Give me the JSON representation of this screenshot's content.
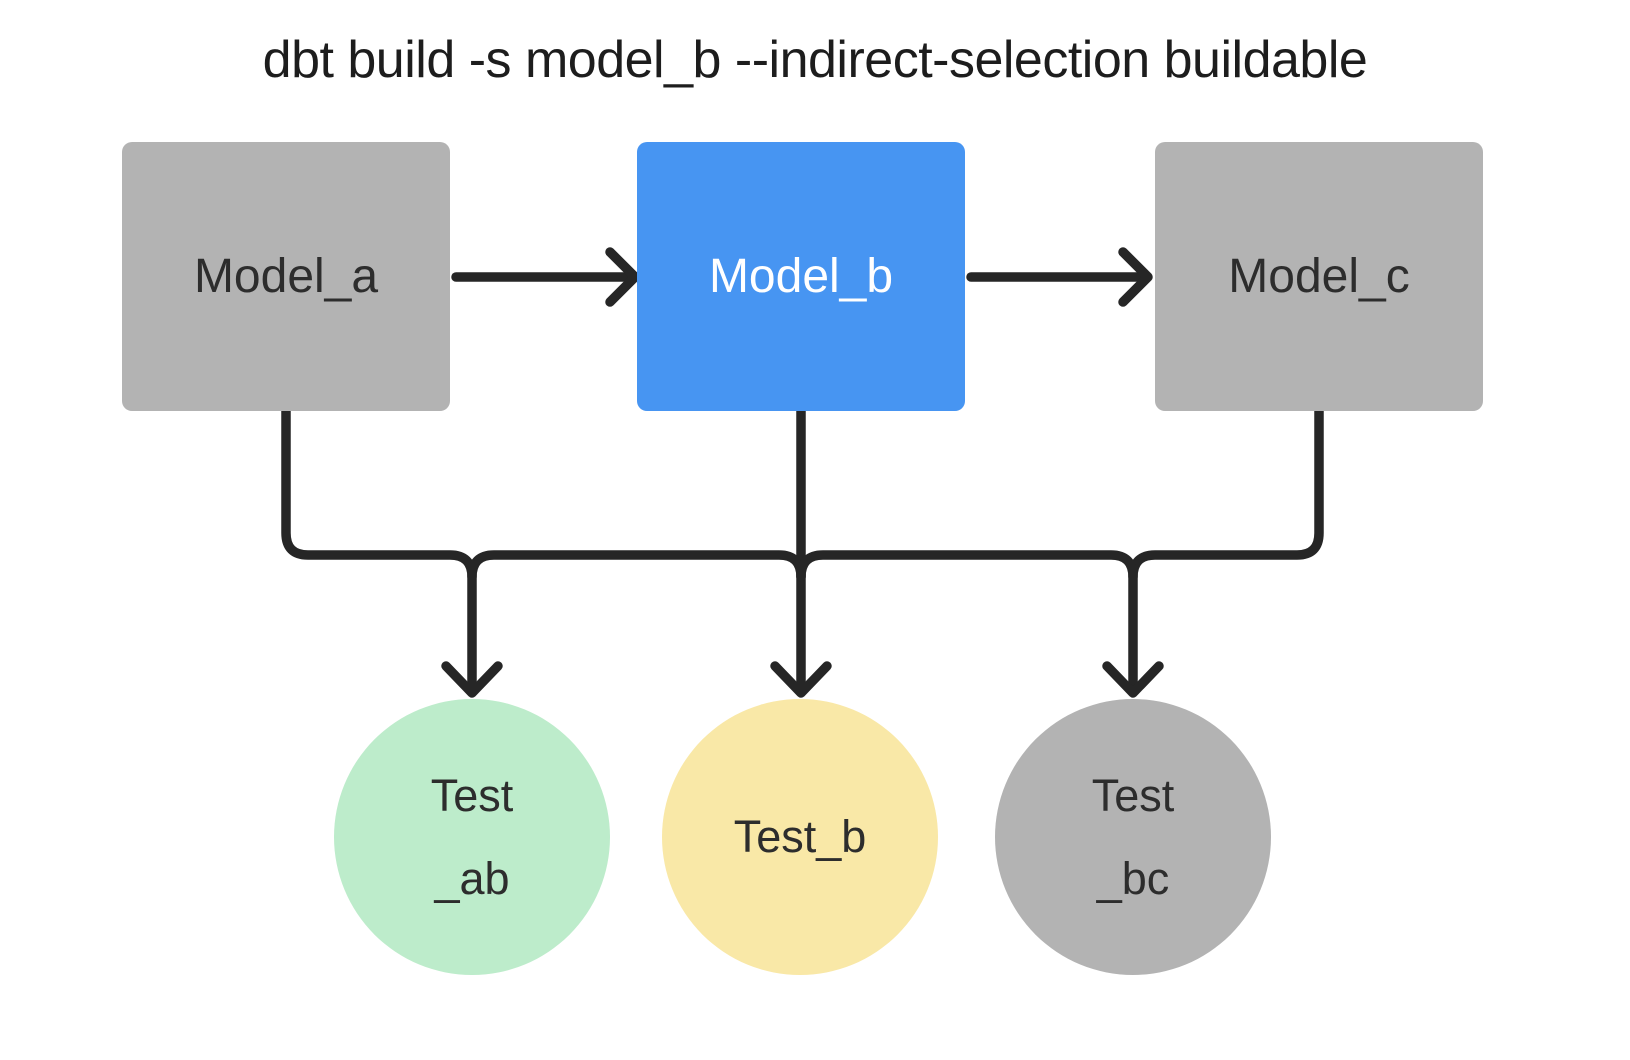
{
  "title": "dbt build -s model_b --indirect-selection buildable",
  "colors": {
    "background": "#ffffff",
    "line": "#262626",
    "title_text": "#1d1d1d",
    "model_default_fill": "#b3b3b3",
    "model_selected_fill": "#4795f2",
    "test_buildable_fill": "#bdeccb",
    "test_selected_fill": "#f9e8a7",
    "test_excluded_fill": "#b3b3b3",
    "dark_text": "#2d2d2d",
    "light_text": "#ffffff"
  },
  "nodes": {
    "model_a": {
      "label": "Model_a",
      "fill": "#b3b3b3",
      "text_color": "#2d2d2d"
    },
    "model_b": {
      "label": "Model_b",
      "fill": "#4795f2",
      "text_color": "#ffffff"
    },
    "model_c": {
      "label": "Model_c",
      "fill": "#b3b3b3",
      "text_color": "#2d2d2d"
    },
    "test_ab": {
      "label_lines": [
        "Test",
        "_ab"
      ],
      "fill": "#bdeccb",
      "text_color": "#2d2d2d"
    },
    "test_b": {
      "label_lines": [
        "Test_b"
      ],
      "fill": "#f9e8a7",
      "text_color": "#2d2d2d"
    },
    "test_bc": {
      "label_lines": [
        "Test",
        "_bc"
      ],
      "fill": "#b3b3b3",
      "text_color": "#2d2d2d"
    }
  },
  "edges": [
    {
      "from": "model_a",
      "to": "model_b"
    },
    {
      "from": "model_b",
      "to": "model_c"
    },
    {
      "from": "model_a",
      "to": "test_ab"
    },
    {
      "from": "model_b",
      "to": "test_ab"
    },
    {
      "from": "model_b",
      "to": "test_b"
    },
    {
      "from": "model_b",
      "to": "test_bc"
    },
    {
      "from": "model_c",
      "to": "test_bc"
    }
  ]
}
